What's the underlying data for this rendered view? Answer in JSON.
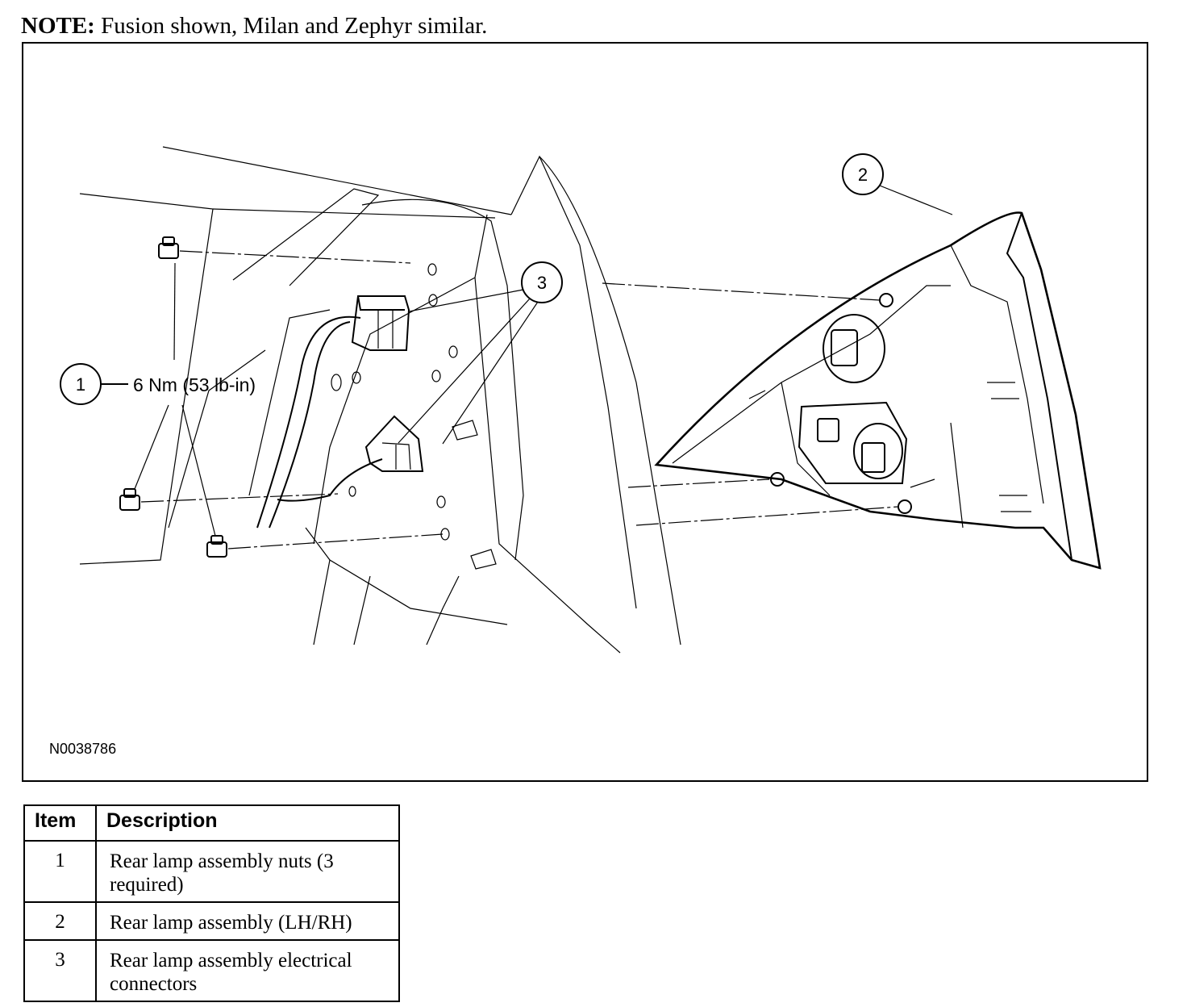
{
  "note": {
    "label": "NOTE:",
    "text": "Fusion shown, Milan and Zephyr similar."
  },
  "figure": {
    "id": "N0038786",
    "callouts": [
      {
        "number": "1",
        "text": "6 Nm (53 lb-in)"
      },
      {
        "number": "2",
        "text": ""
      },
      {
        "number": "3",
        "text": ""
      }
    ]
  },
  "legend": {
    "headers": {
      "item": "Item",
      "description": "Description"
    },
    "rows": [
      {
        "item": "1",
        "description": "Rear lamp assembly nuts (3 required)"
      },
      {
        "item": "2",
        "description": "Rear lamp assembly (LH/RH)"
      },
      {
        "item": "3",
        "description": "Rear lamp assembly electrical connectors"
      }
    ]
  }
}
